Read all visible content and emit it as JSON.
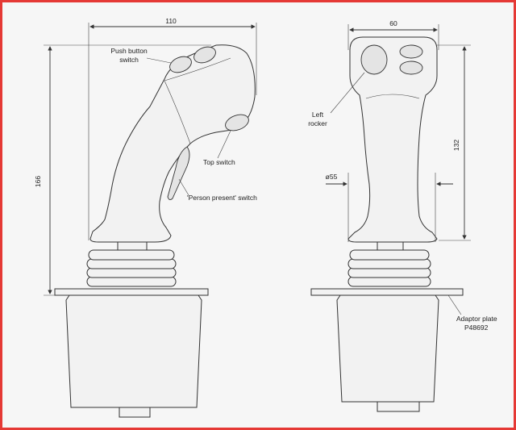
{
  "colors": {
    "border": "#e53935",
    "background": "#f6f6f6",
    "stroke": "#333333"
  },
  "dimensions": {
    "side_width": "110",
    "side_height": "166",
    "front_width": "60",
    "front_height": "132",
    "diameter": "ø55"
  },
  "labels": {
    "push_button_line1": "Push button",
    "push_button_line2": "switch",
    "top_switch": "Top switch",
    "person_present": "'Person present' switch",
    "left_rocker_line1": "Left",
    "left_rocker_line2": "rocker",
    "adaptor_plate_line1": "Adaptor plate",
    "adaptor_plate_line2": "P48692"
  }
}
